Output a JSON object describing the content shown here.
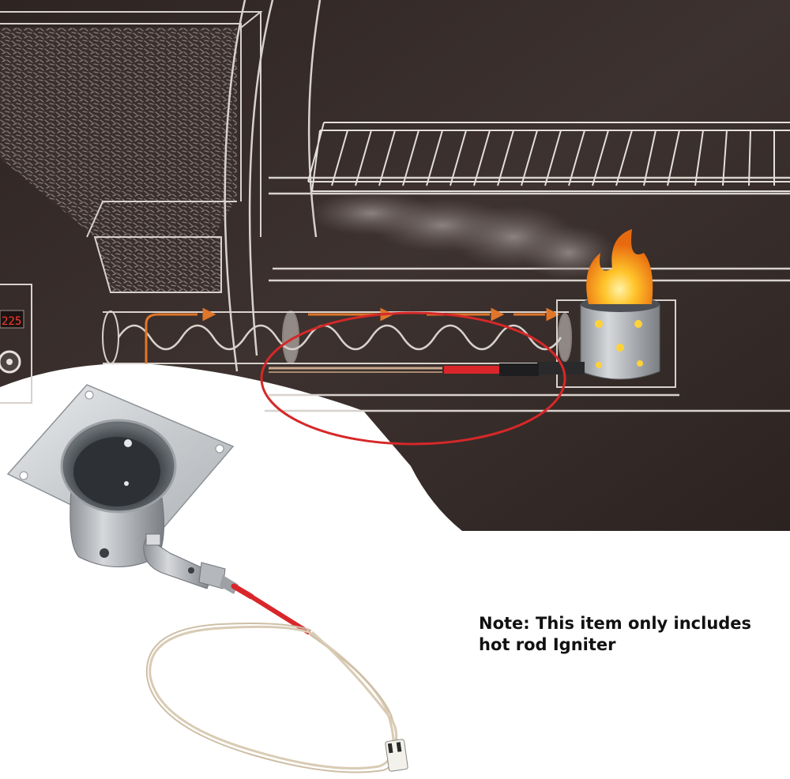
{
  "product": {
    "name": "hot rod igniter",
    "colors": {
      "background_dark": "#3a2f2c",
      "line_art": "#d8d2cc",
      "flow_arrow": "#e0762a",
      "highlight_ellipse": "#d62828",
      "igniter_tip": "#d9262a",
      "steel": "#b9bcbf",
      "flame": "#f7a21b"
    }
  },
  "display": {
    "temperature": "225"
  },
  "note": {
    "line1": "Note: This item only includes",
    "line2": "hot rod Igniter"
  }
}
